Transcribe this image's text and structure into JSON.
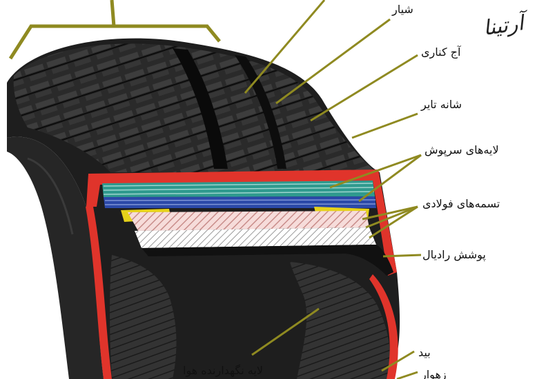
{
  "labels": {
    "groove": "شیار",
    "edge": "آج کناری",
    "shoulder": "شانه تایر",
    "cap_plies": "لایه‌های سرپوش",
    "steel_belts": "تسمه‌های فولادی",
    "radial_ply": "پوشش رادیال",
    "inner_liner": "لایه نگهدارنده هوا",
    "bead": "بید",
    "bead_filler": "زهوار"
  },
  "logo": "آرتینا",
  "colors": {
    "rubber": "#1e1e1e",
    "red_layer": "#e0342b",
    "cap_teal": "#2f9a8e",
    "belt_blue": "#2b49a8",
    "belt_yellow": "#e6d21a",
    "radial_pink": "#e9b7b3",
    "leader_line": "#8f8a21"
  }
}
